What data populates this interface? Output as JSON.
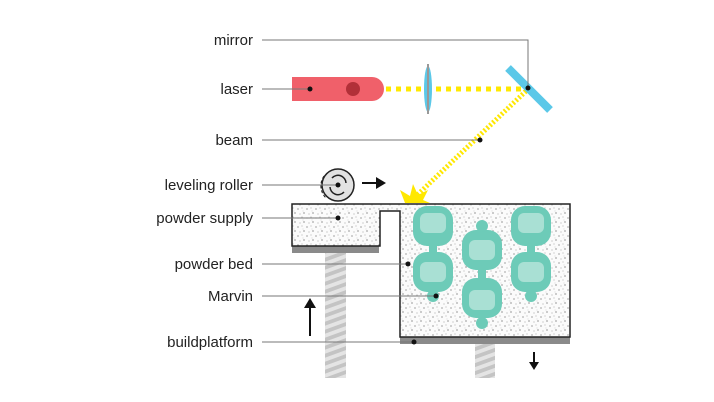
{
  "labels": {
    "mirror": "mirror",
    "laser": "laser",
    "beam": "beam",
    "leveling_roller": "leveling roller",
    "powder_supply": "powder supply",
    "powder_bed": "powder bed",
    "marvin": "Marvin",
    "buildplatform": "buildplatform"
  },
  "colors": {
    "laser": "#f0606a",
    "laser_dot": "#b23038",
    "beam": "#ffe800",
    "mirror": "#5bc8e8",
    "marvin": "#6dcbb8",
    "platform": "#8a8a8a",
    "screw": "#cfcfcf"
  }
}
